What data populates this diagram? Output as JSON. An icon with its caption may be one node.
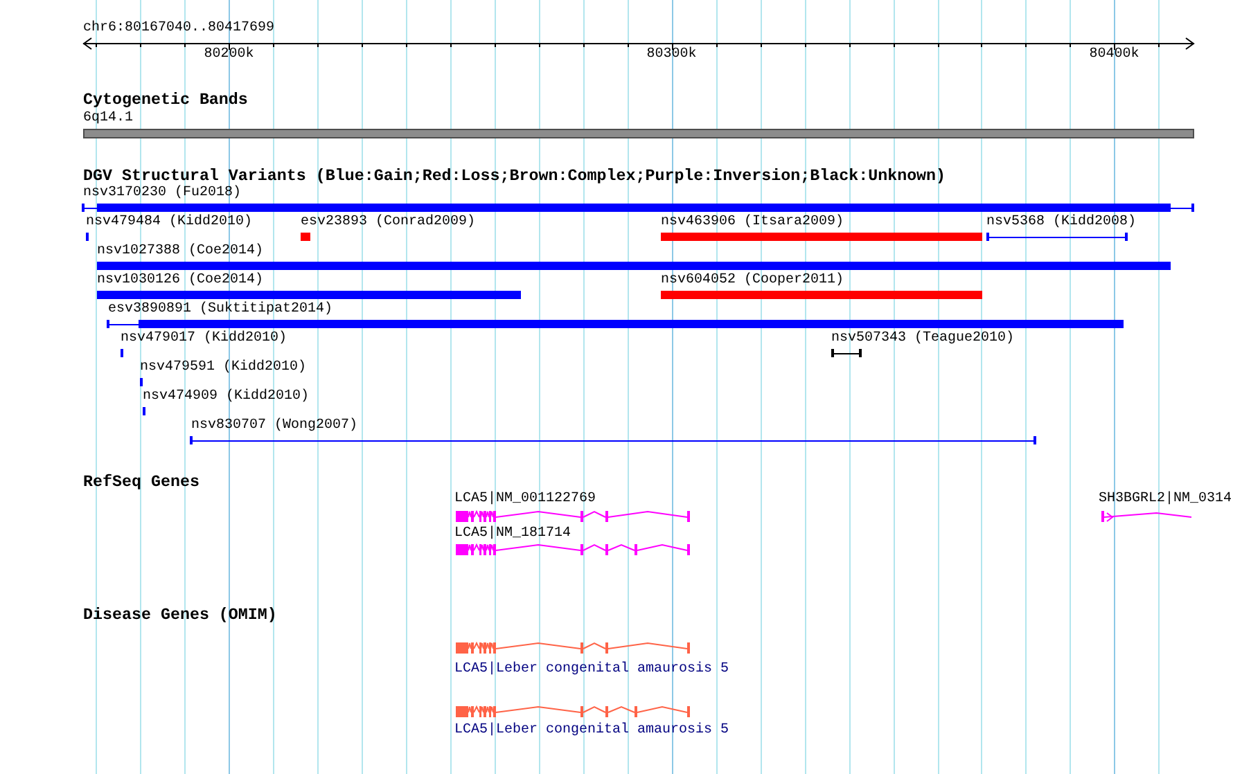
{
  "diagram": {
    "nodes": [
      {
        "text": [
          "6q14.1"
        ]
      },
      {
        "text": [
          "nsv3170230 (Fu2018)"
        ]
      },
      {
        "text": [
          "nsv479484 (Kidd2010)"
        ]
      },
      {
        "text": [
          "esv23893 (Conrad2009)"
        ]
      },
      {
        "text": [
          "nsv463906 (Itsara2009)"
        ]
      },
      {
        "text": [
          "nsv5368 (Kidd2008)"
        ]
      },
      {
        "text": [
          "nsv1027388 (Coe2014)"
        ]
      },
      {
        "text": [
          "nsv1030126 (Coe2014)"
        ]
      },
      {
        "text": [
          "nsv604052 (Cooper2011)"
        ]
      },
      {
        "text": [
          "esv3890891 (Suktitipat2014)"
        ]
      },
      {
        "text": [
          "nsv479017 (Kidd2010)"
        ]
      },
      {
        "text": [
          "nsv507343 (Teague2010)"
        ]
      },
      {
        "text": [
          "nsv479591 (Kidd2010)"
        ]
      },
      {
        "text": [
          "nsv474909 (Kidd2010)"
        ]
      },
      {
        "text": [
          "nsv830707 (Wong2007)"
        ]
      },
      {
        "text": [
          "LCA5|NM_001122769"
        ]
      },
      {
        "text": [
          "SH3BGRL2|NM_0314"
        ]
      },
      {
        "text": [
          "LCA5|NM_181714"
        ]
      },
      {
        "text": [
          "LCA5|Leber congenital amaurosis 5"
        ]
      },
      {
        "text": [
          "LCA5|Leber congenital amaurosis 5"
        ]
      }
    ],
    "labels": [
      "chr6:80167040..80417699",
      "80200k",
      "80300k",
      "80400k",
      "Cytogenetic Bands",
      "DGV Structural Variants (Blue:Gain;Red:Loss;Brown:Complex;Purple:Inversion;Black:Unknown)",
      "RefSeq Genes",
      "Disease Genes (OMIM)"
    ]
  }
}
